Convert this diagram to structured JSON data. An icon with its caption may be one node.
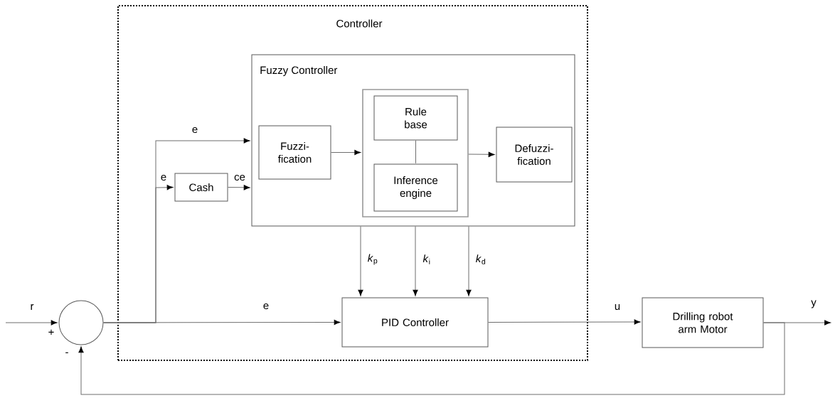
{
  "diagram": {
    "nodes": [
      {
        "text": [
          "Controller"
        ]
      },
      {
        "text": [
          "Fuzzy Controller"
        ],
        "in": 0
      },
      {
        "text": [
          "Fuzzi- fication"
        ],
        "in": 1
      },
      {
        "text": [],
        "shape": "box",
        "in": 1
      },
      {
        "text": [
          "Rule base"
        ],
        "in": 3
      },
      {
        "text": [
          "Inference engine"
        ],
        "in": 3
      },
      {
        "text": [
          "Defuzzi- fication"
        ],
        "in": 1
      },
      {
        "text": [
          "Cash"
        ],
        "in": 0
      },
      {
        "text": [
          "PID Controller"
        ],
        "in": 0
      },
      {
        "text": [],
        "shape": "circle",
        "beside": [
          "+",
          "-"
        ]
      },
      {
        "text": [
          "Drilling robot arm Motor"
        ]
      }
    ],
    "edges": [
      {
        "from": null,
        "to": 9,
        "arrow": "to",
        "label": "r"
      },
      {
        "from": 9,
        "to": 8,
        "arrow": "to",
        "label": "e"
      },
      {
        "from": 9,
        "to": 1,
        "arrow": "to",
        "label": "e"
      },
      {
        "from": 9,
        "to": 7,
        "arrow": "to",
        "label": "e"
      },
      {
        "from": 7,
        "to": 1,
        "arrow": "to",
        "label": "ce"
      },
      {
        "from": 2,
        "to": 3,
        "arrow": "to"
      },
      {
        "from": 3,
        "to": 6,
        "arrow": "to"
      },
      {
        "from": 4,
        "to": 5,
        "arrow": "none"
      },
      {
        "from": 1,
        "to": 8,
        "arrow": "to",
        "label": "*k*$_{p}$"
      },
      {
        "from": 1,
        "to": 8,
        "arrow": "to",
        "label": "*k*$_{i}$"
      },
      {
        "from": 1,
        "to": 8,
        "arrow": "to",
        "label": "*k*$_{d}$"
      },
      {
        "from": 8,
        "to": 10,
        "arrow": "to",
        "label": "u"
      },
      {
        "from": 10,
        "to": null,
        "arrow": "to",
        "label": "y"
      },
      {
        "from": 10,
        "to": 9,
        "arrow": "to"
      }
    ]
  }
}
